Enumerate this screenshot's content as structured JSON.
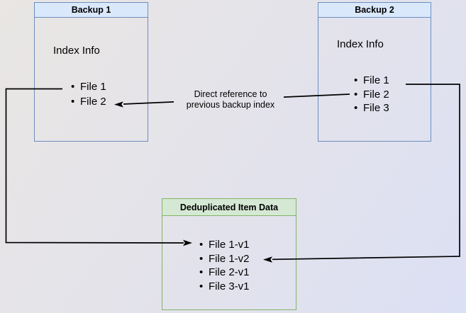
{
  "diagram": {
    "backup1": {
      "title": "Backup 1",
      "section_label": "Index Info",
      "files": [
        "File 1",
        "File 2"
      ]
    },
    "backup2": {
      "title": "Backup 2",
      "section_label": "Index Info",
      "files": [
        "File 1",
        "File 2",
        "File 3"
      ]
    },
    "dedup": {
      "title": "Deduplicated Item Data",
      "files": [
        "File 1-v1",
        "File 1-v2",
        "File 2-v1",
        "File 3-v1"
      ]
    },
    "annotation": {
      "line1": "Direct reference to",
      "line2": "previous backup index"
    },
    "colors": {
      "backup_header_fill": "#dae8fc",
      "backup_border": "#6c8ebf",
      "dedup_header_fill": "#d5e8d4",
      "dedup_border": "#82b366",
      "connector": "#000000",
      "background_top_left": "#e9e6e3",
      "background_bottom_right": "#dce0f4"
    }
  }
}
